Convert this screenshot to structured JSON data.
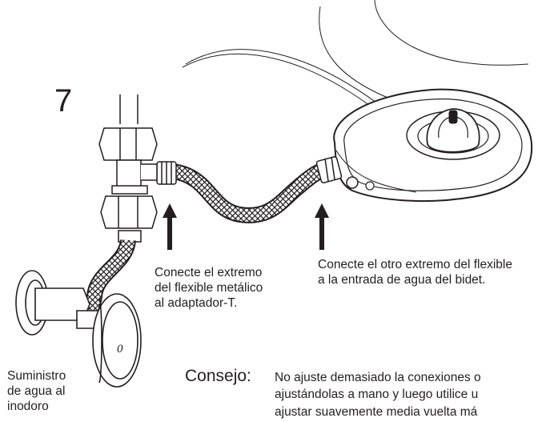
{
  "step_number": "7",
  "callouts": {
    "left": [
      "Conecte el extremo",
      "del flexible metálico",
      "al adaptador-T."
    ],
    "right": [
      "Conecte el otro extremo del flexible",
      "a la entrada de agua del bidet."
    ]
  },
  "supply_label": [
    "Suministro",
    "de agua al",
    "inodoro"
  ],
  "tip": {
    "label": "Consejo:",
    "lines": [
      "No ajuste demasiado la conexiones o",
      "ajustándolas a mano y luego utilice u",
      "ajustar suavemente media vuelta má"
    ]
  },
  "colors": {
    "ink": "#231f20",
    "background": "#ffffff"
  },
  "icons": [
    "arrow-up-icon",
    "t-adapter-icon",
    "shutoff-valve-icon",
    "bidet-seat-icon",
    "braided-hose-icon"
  ]
}
